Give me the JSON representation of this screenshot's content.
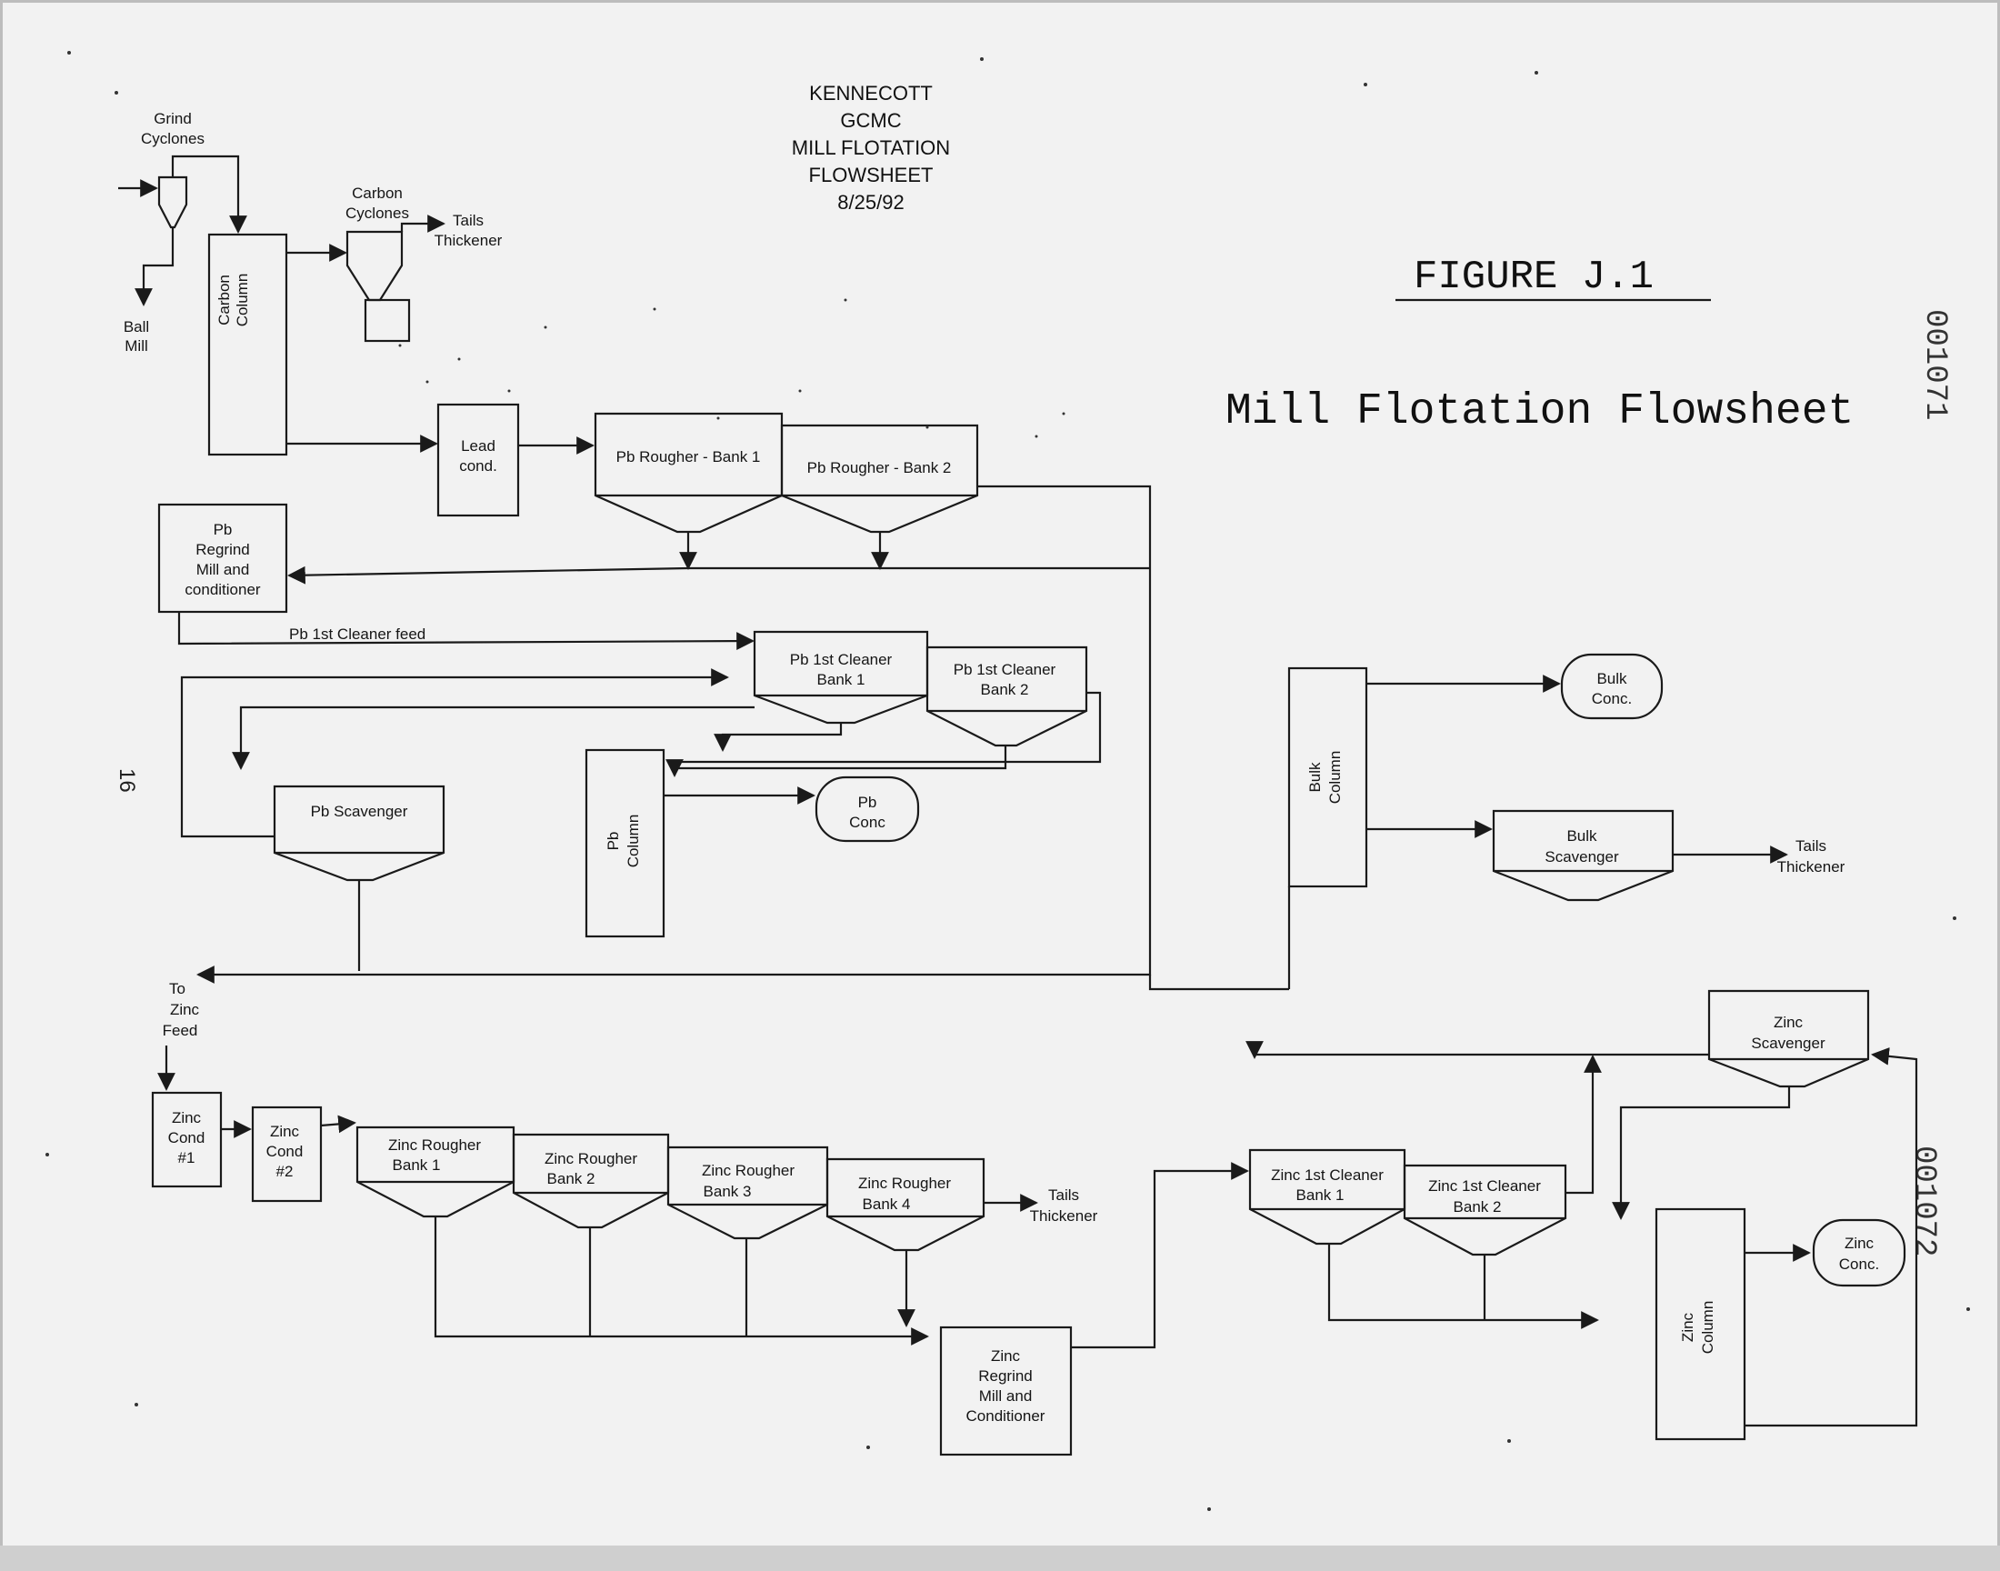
{
  "header": [
    "KENNECOTT",
    "GCMC",
    "MILL FLOTATION",
    "FLOWSHEET",
    "8/25/92"
  ],
  "figure_label": "FIGURE J.1",
  "figure_title": "Mill Flotation Flowsheet",
  "page_number": "16",
  "side_codes": [
    "001071",
    "001072"
  ],
  "labels": {
    "grind_cyclones": [
      "Grind",
      "Cyclones"
    ],
    "ball_mill": [
      "Ball",
      "Mill"
    ],
    "carbon_column": [
      "Carbon",
      "Column"
    ],
    "carbon_cyclones": [
      "Carbon",
      "Cyclones"
    ],
    "tails_thickener_1": [
      "Tails",
      "Thickener"
    ],
    "lead_cond": [
      "Lead",
      "cond."
    ],
    "pb_rougher_1": "Pb Rougher - Bank 1",
    "pb_rougher_2": "Pb Rougher - Bank 2",
    "pb_regrind": [
      "Pb",
      "Regrind",
      "Mill and",
      "conditioner"
    ],
    "pb_cleaner_feed": "Pb 1st Cleaner feed",
    "pb_cleaner_1": [
      "Pb 1st Cleaner",
      "Bank 1"
    ],
    "pb_cleaner_2": [
      "Pb 1st Cleaner",
      "Bank 2"
    ],
    "pb_scavenger": "Pb Scavenger",
    "pb_column": [
      "Pb",
      "Column"
    ],
    "pb_conc": [
      "Pb",
      "Conc"
    ],
    "to_zinc_feed": [
      "To",
      "Zinc",
      "Feed"
    ],
    "bulk_conc": [
      "Bulk",
      "Conc."
    ],
    "bulk_column": [
      "Bulk",
      "Column"
    ],
    "bulk_scavenger": [
      "Bulk",
      "Scavenger"
    ],
    "tails_thickener_2": [
      "Tails",
      "Thickener"
    ],
    "zinc_cond_1": [
      "Zinc",
      "Cond",
      "#1"
    ],
    "zinc_cond_2": [
      "Zinc",
      "Cond",
      "#2"
    ],
    "zinc_rougher_1": [
      "Zinc Rougher",
      "Bank 1"
    ],
    "zinc_rougher_2": [
      "Zinc Rougher",
      "Bank 2"
    ],
    "zinc_rougher_3": [
      "Zinc Rougher",
      "Bank 3"
    ],
    "zinc_rougher_4": [
      "Zinc Rougher",
      "Bank 4"
    ],
    "tails_thickener_3": [
      "Tails",
      "Thickener"
    ],
    "zinc_regrind": [
      "Zinc",
      "Regrind",
      "Mill and",
      "Conditioner"
    ],
    "zinc_scavenger": [
      "Zinc",
      "Scavenger"
    ],
    "zinc_cleaner_1": [
      "Zinc 1st Cleaner",
      "Bank 1"
    ],
    "zinc_cleaner_2": [
      "Zinc 1st Cleaner",
      "Bank 2"
    ],
    "zinc_conc": [
      "Zinc",
      "Conc."
    ],
    "zinc_column": [
      "Zinc",
      "Column"
    ]
  }
}
